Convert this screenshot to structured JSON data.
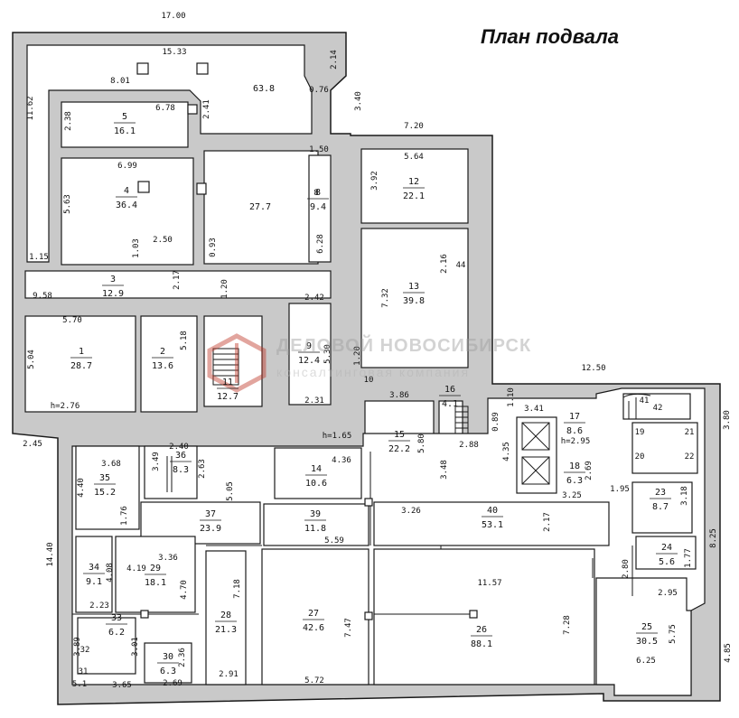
{
  "title": "План подвала",
  "watermark": {
    "line1": "ДЕЛОВОЙ НОВОСИБИРСК",
    "line2": "консалтинговая компания"
  },
  "colors": {
    "wall": "#c9c9c9",
    "wall_dark": "#8a8a8a",
    "line": "#1a1a1a",
    "logo": "#c0392b"
  },
  "rooms": [
    {
      "no": "1",
      "area": "28.7"
    },
    {
      "no": "2",
      "area": "13.6"
    },
    {
      "no": "3",
      "area": "12.9"
    },
    {
      "no": "4",
      "area": "36.4"
    },
    {
      "no": "5",
      "area": "16.1"
    },
    {
      "no": "",
      "area": "27.7"
    },
    {
      "no": "",
      "area": "63.8"
    },
    {
      "no": "8",
      "area": "9.4"
    },
    {
      "no": "9",
      "area": "12.4"
    },
    {
      "no": "11",
      "area": "12.7"
    },
    {
      "no": "12",
      "area": "22.1"
    },
    {
      "no": "13",
      "area": "39.8"
    },
    {
      "no": "14",
      "area": "10.6"
    },
    {
      "no": "15",
      "area": "22.2"
    },
    {
      "no": "16",
      "area": "4.1"
    },
    {
      "no": "17",
      "area": "8.6"
    },
    {
      "no": "18",
      "area": "6.3"
    },
    {
      "no": "23",
      "area": "8.7"
    },
    {
      "no": "24",
      "area": "5.6"
    },
    {
      "no": "25",
      "area": "30.5"
    },
    {
      "no": "26",
      "area": "88.1"
    },
    {
      "no": "27",
      "area": "42.6"
    },
    {
      "no": "28",
      "area": "21.3"
    },
    {
      "no": "29",
      "area": "18.1"
    },
    {
      "no": "30",
      "area": "6.3"
    },
    {
      "no": "33",
      "area": "6.2"
    },
    {
      "no": "34",
      "area": "9.1"
    },
    {
      "no": "35",
      "area": "15.2"
    },
    {
      "no": "36",
      "area": "8.3"
    },
    {
      "no": "37",
      "area": "23.9"
    },
    {
      "no": "39",
      "area": "11.8"
    },
    {
      "no": "40",
      "area": "53.1"
    }
  ],
  "small_labels": [
    "41",
    "42",
    "19",
    "21",
    "20",
    "22",
    "31",
    "32",
    "44",
    "10"
  ],
  "dimensions": [
    "17.00",
    "15.33",
    "8.01",
    "11.62",
    "2.14",
    "0.76",
    "3.40",
    "6.78",
    "2.38",
    "2.41",
    "1.50",
    "7.20",
    "6.99",
    "5.63",
    "8",
    "6.28",
    "3.92",
    "5.64",
    "2.50",
    "0.93",
    "1.03",
    "1.15",
    "2.17",
    "1.20",
    "9.58",
    "2.42",
    "5.70",
    "5.04",
    "5.18",
    "5.30",
    "1.20",
    "7.32",
    "2.16",
    "2.31",
    "3.86",
    "h=2.76",
    "12.50",
    "1.10",
    "3.41",
    "0.89",
    "3.80",
    "2.45",
    "2.40",
    "3.49",
    "3.68",
    "2.63",
    "h=1.65",
    "4.36",
    "5.80",
    "2.88",
    "4.35",
    "h=2.95",
    "4.40",
    "5.05",
    "3.48",
    "2.69",
    "1.95",
    "3.18",
    "1.76",
    "3.36",
    "5.59",
    "3.26",
    "3.25",
    "2.17",
    "8.25",
    "14.40",
    "4.19",
    "4.70",
    "4.08",
    "7.18",
    "11.57",
    "2.80",
    "1.77",
    "2.23",
    "2.95",
    "7.47",
    "7.28",
    "3.89",
    "3.01",
    "5.75",
    "2.36",
    "2.91",
    "5.72",
    "6.25",
    "4.85",
    "5.1",
    "3.65",
    "2.69"
  ],
  "h_dims_labels": [
    "h=2.76",
    "h=1.65",
    "h=2.95"
  ]
}
